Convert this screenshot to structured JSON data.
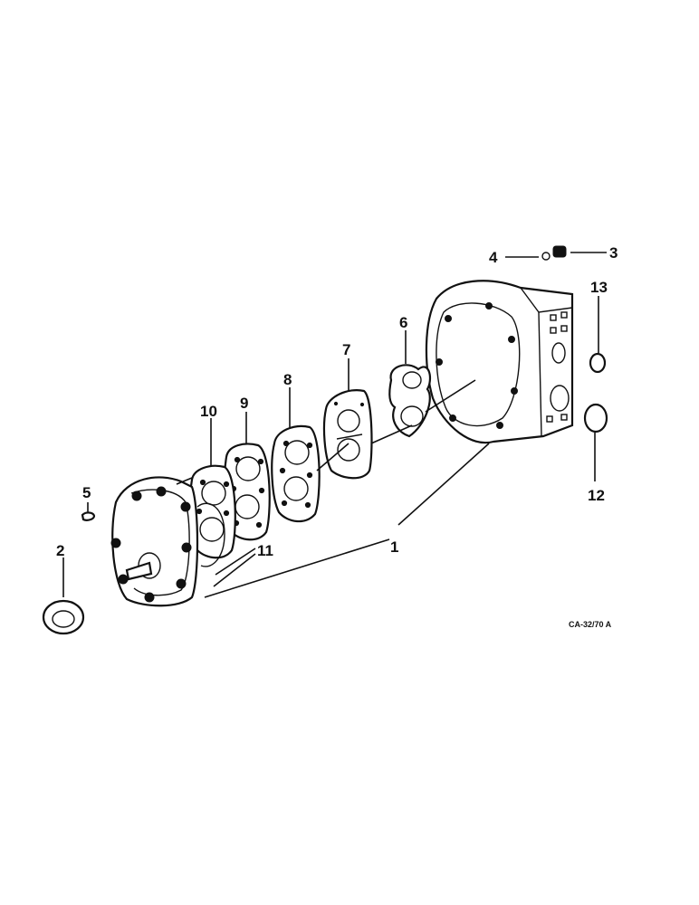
{
  "figure": {
    "callouts": [
      {
        "id": "c1",
        "label": "1"
      },
      {
        "id": "c2",
        "label": "2"
      },
      {
        "id": "c3",
        "label": "3"
      },
      {
        "id": "c4",
        "label": "4"
      },
      {
        "id": "c5",
        "label": "5"
      },
      {
        "id": "c6",
        "label": "6"
      },
      {
        "id": "c7",
        "label": "7"
      },
      {
        "id": "c8",
        "label": "8"
      },
      {
        "id": "c9",
        "label": "9"
      },
      {
        "id": "c10",
        "label": "10"
      },
      {
        "id": "c11",
        "label": "11"
      },
      {
        "id": "c12",
        "label": "12"
      },
      {
        "id": "c13",
        "label": "13"
      }
    ],
    "drawing_code": "CA-32/70 A"
  },
  "colors": {
    "ink": "#111111",
    "paper": "#ffffff"
  }
}
